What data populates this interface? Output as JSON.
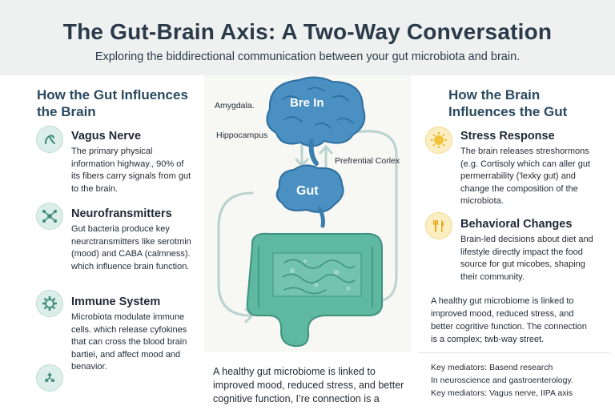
{
  "header": {
    "title": "The Gut-Brain Axis: A Two-Way Conversation",
    "subtitle": "Exploring the biddirectional communication between your gut microbiota and brain."
  },
  "left": {
    "heading": "How the Gut Influences the Brain",
    "items": [
      {
        "title": "Vagus Nerve",
        "text": "The primary physical information highway., 90% of its fibers carry signals from gut to the brain.",
        "icon": "nerve-icon"
      },
      {
        "title": "Neurofransmitters",
        "text": "Gut bacteria produce key neurctransmitters like serotmin (mood) and CABA (calmness). which influence brain function.",
        "icon": "molecule-icon"
      },
      {
        "title": "Immune System",
        "text": "Microbiota modulate immune cells. which release cyfokines that can cross the blood brain bartiei, and affect mood and benavior.",
        "icon": "gear-icon"
      },
      {
        "title": "",
        "text": "",
        "icon": "recycle-icon"
      }
    ]
  },
  "center": {
    "brain_label": "Bre In",
    "gut_label": "Gut",
    "region_labels": [
      "Amygdala.",
      "Hippocampus",
      "Prefrential Corlex"
    ],
    "note": "A healthy gut microbiome is linked to improved mood, reduced stress, and better cognitive function, I’re connection is a"
  },
  "right": {
    "heading": "How the Brain Influences the Gut",
    "items": [
      {
        "title": "Stress Response",
        "text": "The brain releases streshormons (e.g.  Cortisoly which can aller gut permerrability ('lexky gut) and change the composition  of the microbiota.",
        "icon": "stress-icon"
      },
      {
        "title": "Behavioral Changes",
        "text": "Brain-led decisions about diet and lifestyle directly impact the food source for gut micobes, shaping their community.",
        "icon": "utensils-icon"
      }
    ],
    "note": "A healthy gut microbiome is linked to improved mood, reduced stress, and better cogritive function. The connection is a complex; twb-way street.",
    "footer": [
      "Key mediators: Basend research",
      "In neuroscience and gastroenterology.",
      "Key mediators: Vagus nerve, IIPA axis"
    ]
  },
  "colors": {
    "brain": "#4a90c2",
    "gut": "#5fb8a0",
    "teal": "#dceee9",
    "yellow": "#fbeec2",
    "arrow": "#b9d3cf"
  }
}
